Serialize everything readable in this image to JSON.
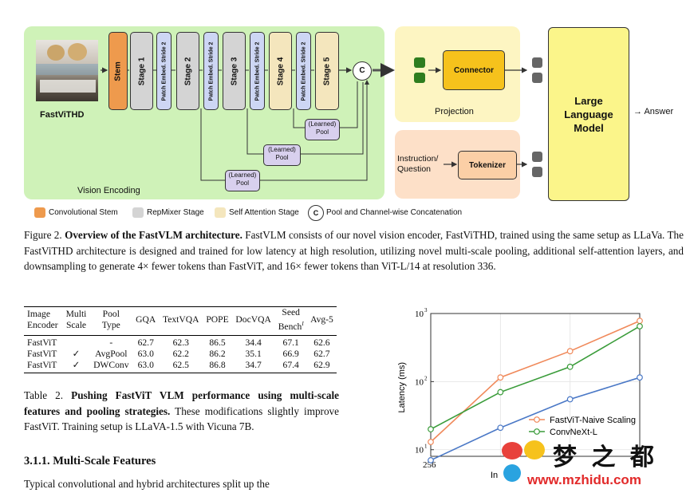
{
  "figure": {
    "image_label": "FastViTHD",
    "stem": "Stem",
    "stages": [
      "Stage 1",
      "Stage 2",
      "Stage 3",
      "Stage 4",
      "Stage 5"
    ],
    "patch_embed": [
      "Patch Embed. Stride 2",
      "Patch Embed. Stride 2",
      "Patch Embed. Stride 2",
      "Patch Embed. Stride 2"
    ],
    "pools": [
      "(Learned)\nPool",
      "(Learned)\nPool",
      "(Learned)\nPool"
    ],
    "concat_symbol": "C",
    "vision_encoding_label": "Vision Encoding",
    "connector": "Connector",
    "projection_label": "Projection",
    "instruction_label": "Instruction/ Question",
    "tokenizer": "Tokenizer",
    "llm": "Large Language Model",
    "answer": "→ Answer",
    "legend": [
      {
        "label": "Convolutional Stem",
        "color": "#ee9a4d"
      },
      {
        "label": "RepMixer Stage",
        "color": "#d4d4d4"
      },
      {
        "label": "Self Attention Stage",
        "color": "#f4e6bd"
      },
      {
        "label": "Pool and Channel-wise Concatenation",
        "color": "#ffffff"
      }
    ],
    "legend_c_symbol": "C",
    "colors": {
      "vision_bg": "#cff2b8",
      "projection_bg": "#fdf5c2",
      "instruction_bg": "#fde0c8",
      "llm_bg": "#fbf58a",
      "connector": "#f6c21c",
      "tokenizer": "#fbcfa6",
      "pool": "#d8d0ee",
      "patch": "#cdd6f4",
      "token_green": "#2e7d1f",
      "token_gray": "#666666"
    }
  },
  "figure_caption": {
    "prefix": "Figure 2.",
    "bold": "Overview of the FastVLM architecture.",
    "text": " FastVLM consists of our novel vision encoder, FastViTHD, trained using the same setup as LLaVa. The FastViTHD architecture is designed and trained for low latency at high resolution, utilizing novel multi-scale pooling, additional self-attention layers, and downsampling to generate 4× fewer tokens than FastViT, and 16× fewer tokens than ViT-L/14 at resolution 336."
  },
  "table": {
    "headers": [
      [
        "Image",
        "Encoder"
      ],
      [
        "Multi",
        "Scale"
      ],
      [
        "Pool",
        "Type"
      ],
      [
        "GQA"
      ],
      [
        "TextVQA"
      ],
      [
        "POPE"
      ],
      [
        "DocVQA"
      ],
      [
        "Seed",
        "Bench"
      ],
      [
        "Avg-5"
      ]
    ],
    "seed_superscript": "I",
    "rows": [
      [
        "FastViT",
        "",
        "-",
        "62.7",
        "62.3",
        "86.5",
        "34.4",
        "67.1",
        "62.6"
      ],
      [
        "FastViT",
        "✓",
        "AvgPool",
        "63.0",
        "62.2",
        "86.2",
        "35.1",
        "66.9",
        "62.7"
      ],
      [
        "FastViT",
        "✓",
        "DWConv",
        "63.0",
        "62.5",
        "86.8",
        "34.7",
        "67.4",
        "62.9"
      ]
    ]
  },
  "table_caption": {
    "prefix": "Table 2.",
    "bold": "Pushing FastViT VLM performance using multi-scale features and pooling strategies.",
    "text": " These modifications slightly improve FastViT. Training setup is LLaVA-1.5 with Vicuna 7B."
  },
  "section": {
    "heading": "3.1.1. Multi-Scale Features",
    "body_start": "Typical convolutional and hybrid architectures split up the"
  },
  "chart_data": {
    "type": "line",
    "x": [
      256,
      512,
      768,
      1024
    ],
    "x_tick_labels": [
      "256"
    ],
    "xlabel_visible": "In",
    "ylabel": "Latency (ms)",
    "y_scale": "log",
    "ylim": [
      8,
      1000
    ],
    "y_tick_labels": [
      "10",
      "10",
      "10"
    ],
    "y_tick_exponents": [
      "1",
      "2",
      "3"
    ],
    "series": [
      {
        "name": "FastViT-Naive Scaling",
        "color": "#f0895a",
        "values": [
          13,
          115,
          280,
          780
        ]
      },
      {
        "name": "ConvNeXt-L",
        "color": "#3a9c3a",
        "values": [
          20,
          70,
          165,
          650
        ]
      },
      {
        "name": "",
        "color": "#4a78c6",
        "values": [
          7,
          21,
          55,
          115
        ]
      }
    ],
    "legend_position": "bottom-right"
  },
  "watermark": {
    "text": "梦 之 都",
    "url": "www.mzhidu.com"
  }
}
